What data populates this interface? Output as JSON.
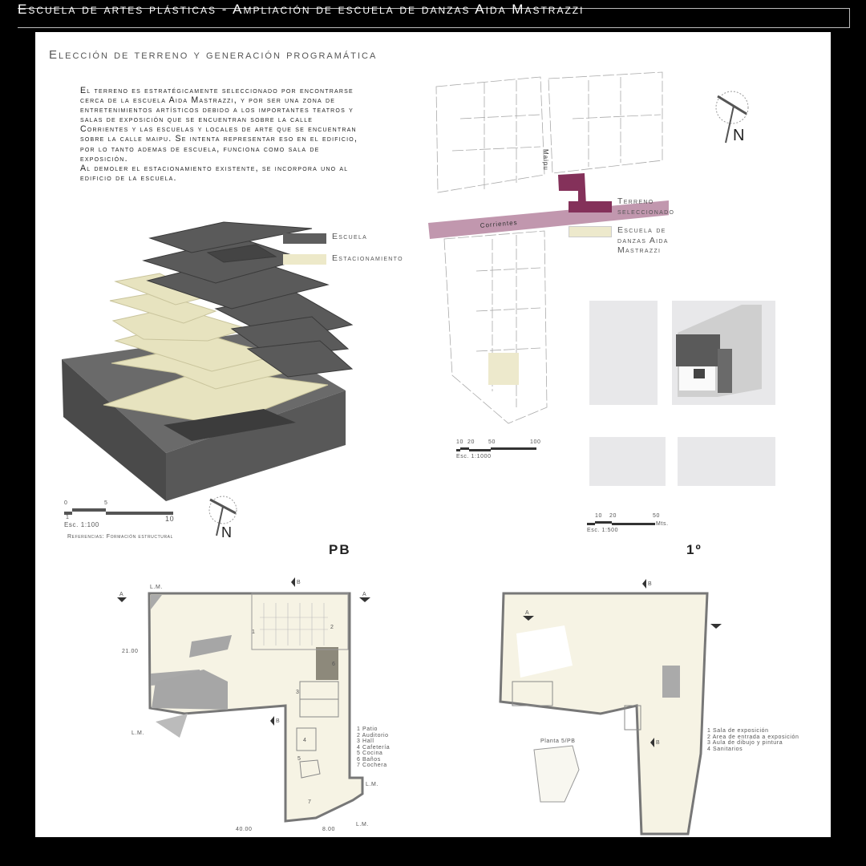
{
  "header": {
    "title": "Escuela de artes plásticas - Ampliación de escuela de danzas Aida Mastrazzi"
  },
  "section": {
    "title": "Elección de terreno y generación programática"
  },
  "description": {
    "lines": [
      "El terreno es estratégicamente seleccionado por encontrarse",
      "cerca de la escuela Aida Mastrazzi, y por ser una zona de",
      "entretenimientos artísticos debido a los importantes teatros y",
      "salas de exposición que se encuentran sobre la calle",
      "Corrientes y las escuelas y locales de arte que se encuentran",
      "sobre la calle maipu. Se intenta representar eso en el edificio,",
      "por lo tanto ademas de escuela, funciona como sala de",
      "exposición.",
      "Al demoler el estacionamiento existente, se incorpora uno al",
      "edificio de la escuela."
    ]
  },
  "axonometric": {
    "legend": [
      {
        "label": "Escuela",
        "color": "#5e5e5e"
      },
      {
        "label": "Estacionamiento",
        "color": "#ede9c9"
      }
    ],
    "scale": {
      "ticks": [
        "0",
        "5",
        "1",
        "10"
      ],
      "label": "Esc. 1:100"
    },
    "reference": "Referencias: Formación estructural",
    "north": "N"
  },
  "site_map": {
    "streets": [
      "Corrientes",
      "Maipu"
    ],
    "legend": [
      {
        "label": "Terreno seleccionado",
        "color": "#84315a"
      },
      {
        "label": "Escuela de danzas Aida Mastrazzi",
        "color": "#ede9cc"
      }
    ],
    "street_color": "#c197ae",
    "scale": {
      "ticks": [
        "10",
        "20",
        "50",
        "100"
      ],
      "label": "Esc. 1:1000"
    },
    "north": "N"
  },
  "aerial": {
    "scale": {
      "ticks": [
        "10",
        "20",
        "50"
      ],
      "unit": "Mts.",
      "label": "Esc. 1:500"
    }
  },
  "plan_pb": {
    "title": "PB",
    "markers": {
      "a": "A",
      "b": "B"
    },
    "levels": [
      "L.M.",
      "L.M.",
      "L.M.",
      "L.M."
    ],
    "dims": [
      "21.00",
      "40.00",
      "8.00"
    ],
    "rooms": [
      "1",
      "2",
      "3",
      "4",
      "5",
      "6",
      "7"
    ],
    "legend": [
      "1 Patio",
      "2 Auditorio",
      "3 Hall",
      "4 Cafetería",
      "5 Cocina",
      "6 Baños",
      "7 Cochera"
    ]
  },
  "plan_1": {
    "title": "1º",
    "subtitle": "Planta 5/PB",
    "markers": {
      "a": "A",
      "b": "B"
    },
    "legend": [
      "1 Sala de exposición",
      "2 Area de entrada a exposición",
      "3 Aula de dibujo y pintura",
      "4 Sanitarios"
    ]
  }
}
